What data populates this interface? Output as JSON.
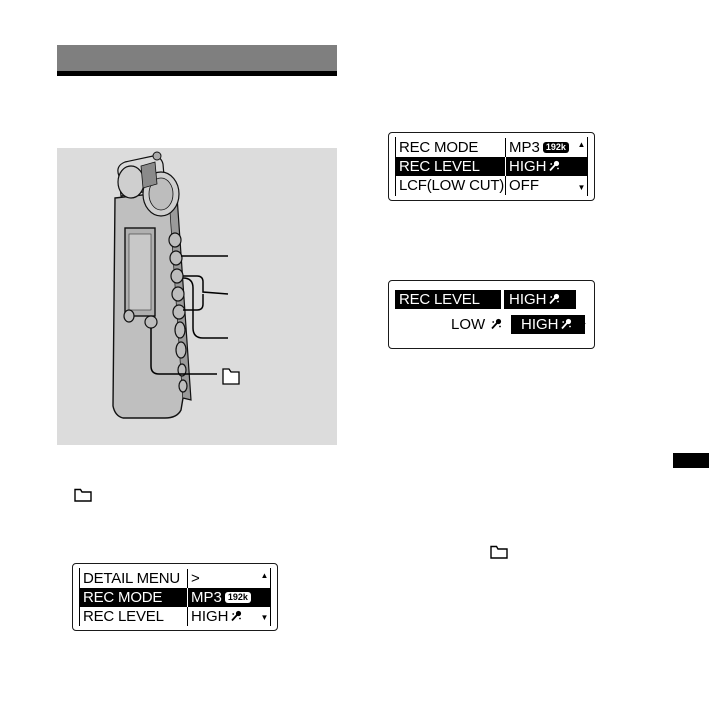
{
  "screen_detail_menu": {
    "rows": [
      {
        "label": "DETAIL MENU",
        "value": ">",
        "highlighted": false
      },
      {
        "label": "REC MODE",
        "value": "MP3",
        "badge": "192k",
        "highlighted": true
      },
      {
        "label": "REC LEVEL",
        "value": "HIGH",
        "highlighted": false
      }
    ]
  },
  "screen_rec_mode": {
    "rows": [
      {
        "label": "REC MODE",
        "value": "MP3",
        "badge": "192k",
        "highlighted": false
      },
      {
        "label": "REC LEVEL",
        "value": "HIGH",
        "highlighted": true
      },
      {
        "label": "LCF(LOW CUT)",
        "value": "OFF",
        "highlighted": false
      }
    ]
  },
  "screen_rec_level": {
    "title_label": "REC LEVEL",
    "title_value": "HIGH",
    "option_low": "LOW",
    "option_high": "HIGH"
  },
  "icons": [
    "folder-icon",
    "mic-icon",
    "scroll-up-icon",
    "scroll-down-icon",
    "right-arrow-icon"
  ],
  "colors": {
    "header_grey": "#7f7f7f",
    "panel_grey": "#dcdcdc",
    "ink": "#000000"
  }
}
